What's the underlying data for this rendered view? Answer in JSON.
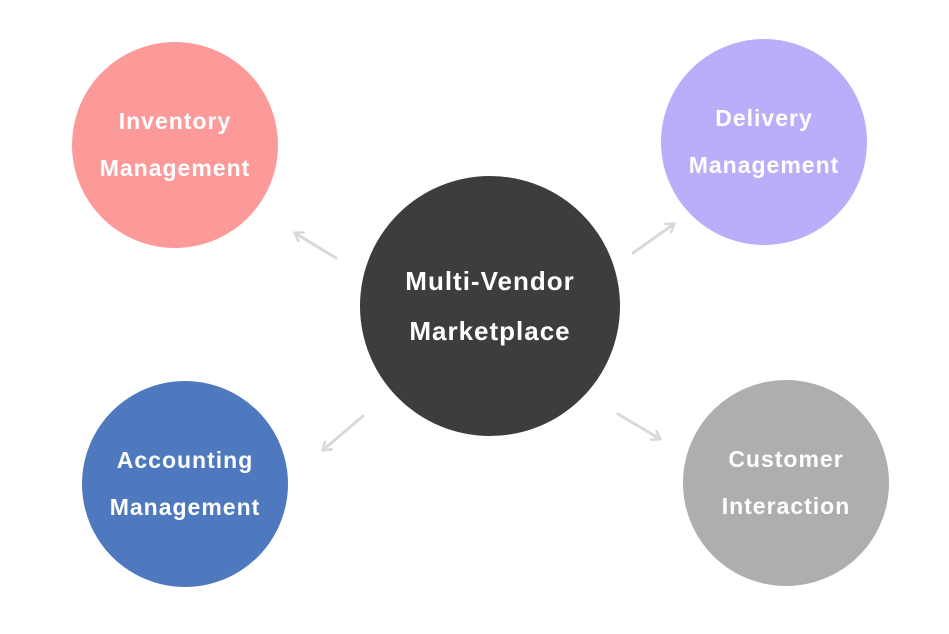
{
  "diagram": {
    "background_color": "#ffffff",
    "arrow_color": "#d9d9d9",
    "text_color": "#ffffff",
    "center_node": {
      "lines": [
        "Multi-Vendor",
        "Marketplace"
      ],
      "color": "#3d3d3d"
    },
    "nodes": [
      {
        "name": "inventory-management",
        "lines": [
          "Inventory",
          "Management"
        ],
        "color": "#fc9a9a"
      },
      {
        "name": "delivery-management",
        "lines": [
          "Delivery",
          "Management"
        ],
        "color": "#bcadfb"
      },
      {
        "name": "accounting-management",
        "lines": [
          "Accounting",
          "Management"
        ],
        "color": "#4e79be"
      },
      {
        "name": "customer-interaction",
        "lines": [
          "Customer",
          "Interaction"
        ],
        "color": "#aeaeae"
      }
    ]
  }
}
